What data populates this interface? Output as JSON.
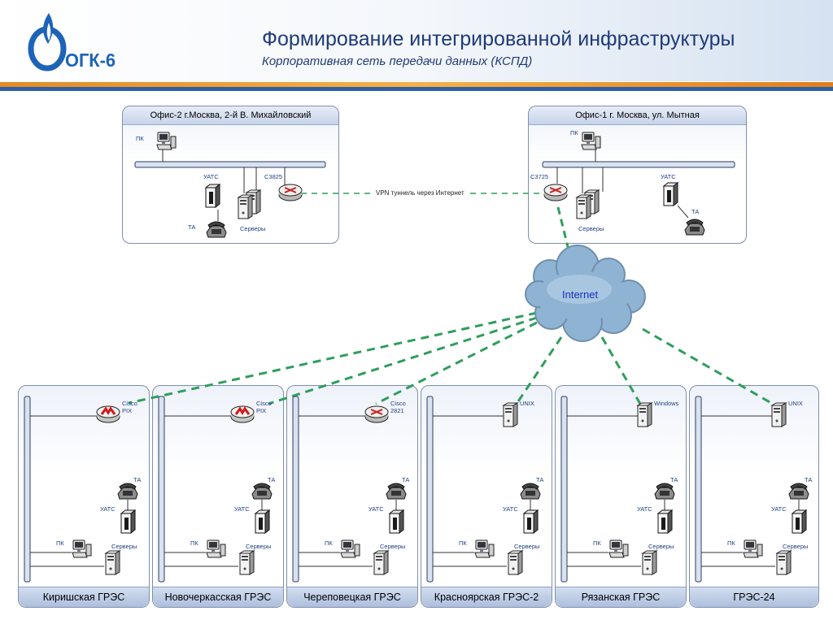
{
  "header": {
    "logo_text": "ОГК-6",
    "title": "Формирование интегрированной инфраструктуры",
    "subtitle": "Корпоративная сеть передачи данных (КСПД)"
  },
  "colors": {
    "title_blue": "#1f3a78",
    "accent_orange": "#f39a2f",
    "accent_blue": "#2d5fa5",
    "link_green": "#2f9e5c",
    "label_blue": "#1f3e82"
  },
  "offices": [
    {
      "name": "Офис-2 г.Москва, 2-й В. Михайловский",
      "labels": {
        "pc": "ПК",
        "pbx": "УАТС",
        "router": "C3825",
        "phone": "ТА",
        "servers": "Серверы"
      }
    },
    {
      "name": "Офис-1 г. Москва, ул. Мытная",
      "labels": {
        "pc": "ПК",
        "pbx": "УАТС",
        "router": "C3725",
        "phone": "ТА",
        "servers": "Серверы"
      }
    }
  ],
  "vpn_label": "VPN туннель через Интернет",
  "internet_label": "Internet",
  "plants": [
    {
      "name": "Киришская ГРЭС",
      "gateway_label": "Cisco\nPIX",
      "gateway_type": "firewall",
      "labels": {
        "phone": "ТА",
        "pbx": "УАТС",
        "pc": "ПК",
        "servers": "Серверы"
      }
    },
    {
      "name": "Новочеркасская ГРЭС",
      "gateway_label": "Cisco\nPIX",
      "gateway_type": "firewall",
      "labels": {
        "phone": "ТА",
        "pbx": "УАТС",
        "pc": "ПК",
        "servers": "Серверы"
      }
    },
    {
      "name": "Череповецкая ГРЭС",
      "gateway_label": "Cisco\n2821",
      "gateway_type": "router",
      "labels": {
        "phone": "ТА",
        "pbx": "УАТС",
        "pc": "ПК",
        "servers": "Серверы"
      }
    },
    {
      "name": "Красноярская ГРЭС-2",
      "gateway_label": "UNIX",
      "gateway_type": "server",
      "labels": {
        "phone": "ТА",
        "pbx": "УАТС",
        "pc": "ПК",
        "servers": "Серверы"
      }
    },
    {
      "name": "Рязанская ГРЭС",
      "gateway_label": "Windows",
      "gateway_type": "server",
      "labels": {
        "phone": "ТА",
        "pbx": "УАТС",
        "pc": "ПК",
        "servers": "Серверы"
      }
    },
    {
      "name": "ГРЭС-24",
      "gateway_label": "UNIX",
      "gateway_type": "server",
      "labels": {
        "phone": "ТА",
        "pbx": "УАТС",
        "pc": "ПК",
        "servers": "Серверы"
      }
    }
  ]
}
